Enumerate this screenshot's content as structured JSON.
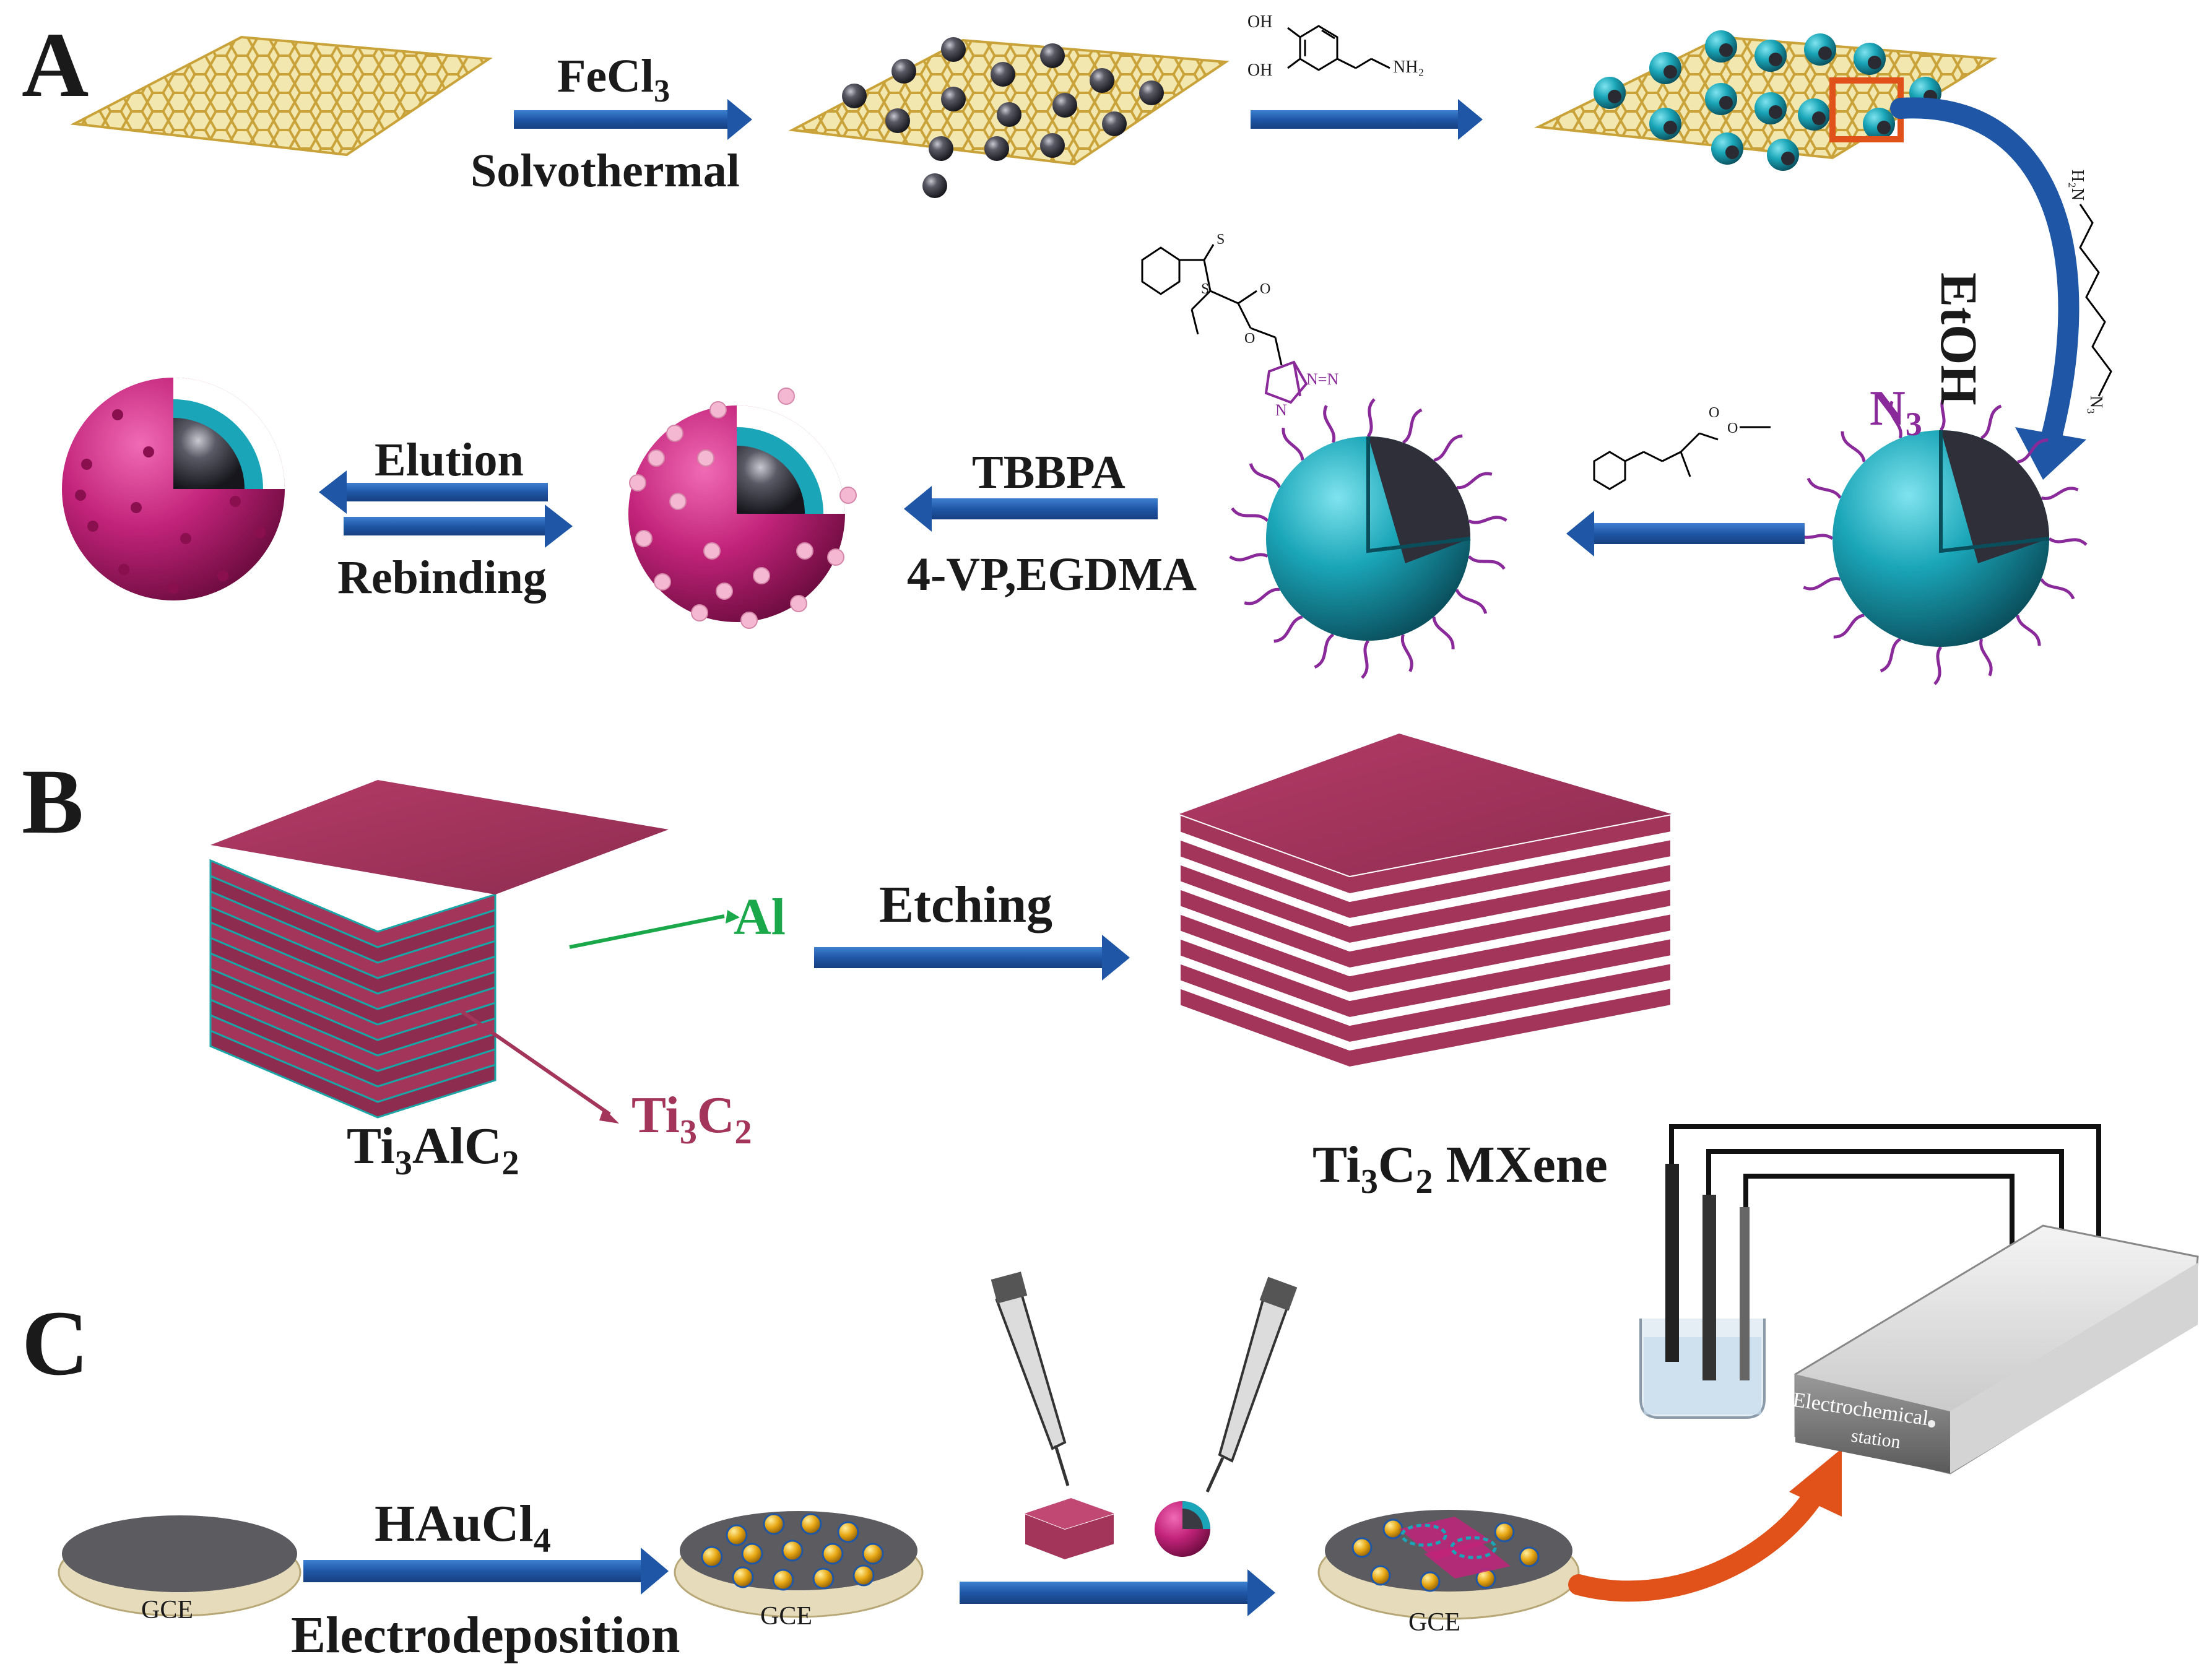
{
  "panels": {
    "a": "A",
    "b": "B",
    "c": "C"
  },
  "panel_a": {
    "fecl3": "FeCl",
    "fecl3_sub": "3",
    "solvothermal": "Solvothermal",
    "dopamine_oh1": "OH",
    "dopamine_oh2": "OH",
    "dopamine_nh2": "NH₂",
    "etoh": "EtOH",
    "n3": "N",
    "n3_sub": "3",
    "amine_h2n": "H₂N",
    "amine_n3": "N₃",
    "tbbpa": "TBBPA",
    "monomers": "4-VP,EGDMA",
    "elution": "Elution",
    "rebinding": "Rebinding",
    "raft_s1": "S",
    "raft_s2": "S",
    "raft_o1": "O",
    "raft_o2": "O",
    "triazole_n": "N",
    "triazole_nn": "N=N",
    "alkyne_o1": "O",
    "alkyne_o2": "O"
  },
  "panel_b": {
    "al": "Al",
    "etching": "Etching",
    "ti3alc2_a": "Ti",
    "ti3alc2_b": "3",
    "ti3alc2_c": "AlC",
    "ti3alc2_d": "2",
    "ti3c2_a": "Ti",
    "ti3c2_b": "3",
    "ti3c2_c": "C",
    "ti3c2_d": "2",
    "mxene_a": "Ti",
    "mxene_b": "3",
    "mxene_c": "C",
    "mxene_d": "2",
    "mxene_e": " MXene"
  },
  "panel_c": {
    "haucl4": "HAuCl",
    "haucl4_sub": "4",
    "electrodeposition": "Electrodeposition",
    "gce1": "GCE",
    "gce2": "GCE",
    "gce3": "GCE",
    "station_line1": "Electrochemical",
    "station_line2": "station"
  },
  "colors": {
    "arrow_blue": "#1f57a6",
    "graphene": "#d8b84a",
    "core_dark": "#3a3a42",
    "shell_teal": "#1aa6b8",
    "mip_magenta": "#c2237a",
    "template_pink": "#f4b8d2",
    "mxene": "#a3345a",
    "al_green": "#1aa84a",
    "chain_purple": "#8a2a9a",
    "orange_highlight": "#e0521a"
  }
}
